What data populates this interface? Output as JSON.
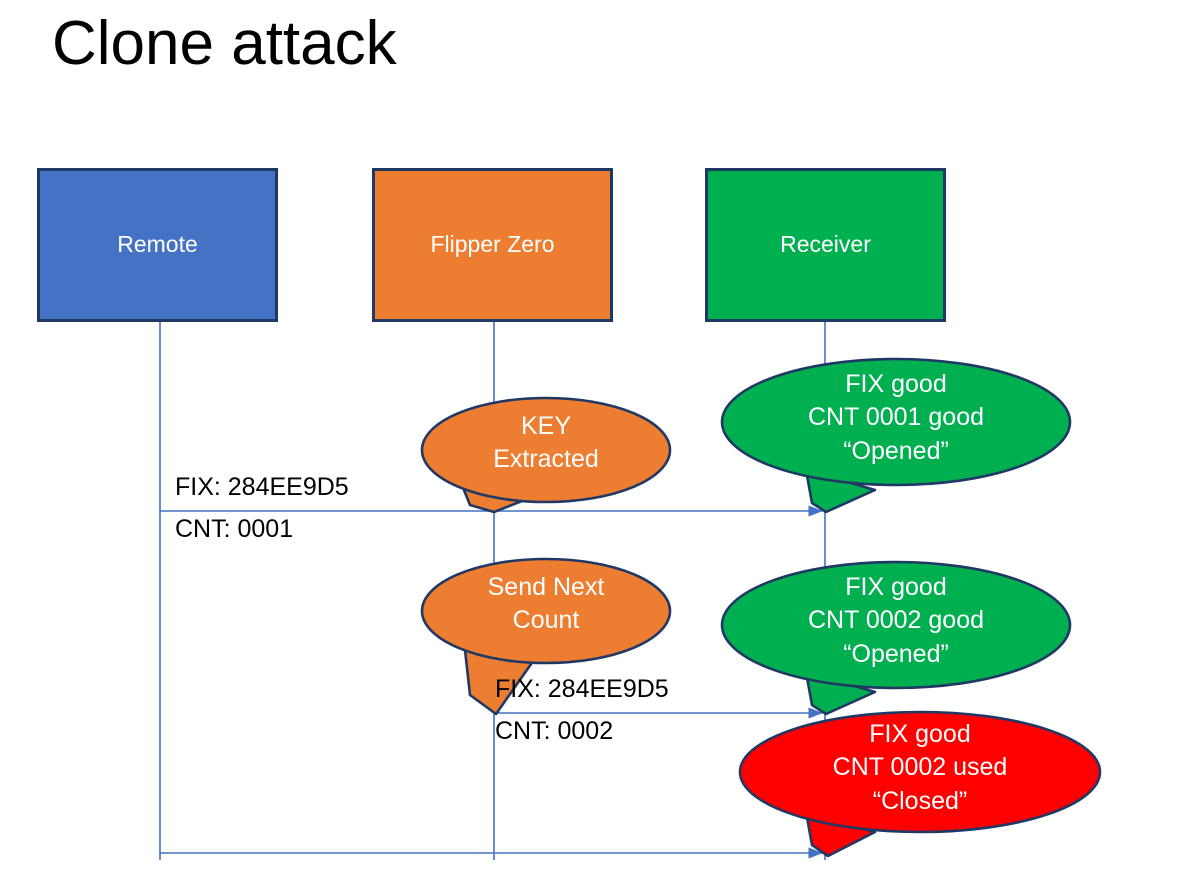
{
  "slide": {
    "title": "Clone attack",
    "background": "#FFFFFF"
  },
  "colors": {
    "remote_blue": "#4472C4",
    "flipper_orange": "#ED7D31",
    "receiver_green": "#00B050",
    "alert_red": "#FF0000",
    "shape_outline": "#1F3864",
    "lifeline_blue": "#4472C4",
    "text_on_shape": "#FFFFFF",
    "text_black": "#000000"
  },
  "actors": [
    {
      "id": "remote",
      "label": "Remote",
      "fill": "#4472C4"
    },
    {
      "id": "flipper",
      "label": "Flipper Zero",
      "fill": "#ED7D31"
    },
    {
      "id": "receiver",
      "label": "Receiver",
      "fill": "#00B050"
    }
  ],
  "messages": [
    {
      "id": "msg1",
      "from": "remote",
      "to": "receiver",
      "line1": "FIX: 284EE9D5",
      "line2": "CNT: 0001"
    },
    {
      "id": "msg2",
      "from": "flipper",
      "to": "receiver",
      "line1": "FIX: 284EE9D5",
      "line2": "CNT: 0002"
    },
    {
      "id": "msg3",
      "from": "remote",
      "to": "receiver",
      "line1": "",
      "line2": ""
    }
  ],
  "callouts": [
    {
      "id": "key-extracted",
      "owner": "flipper",
      "fill": "#ED7D31",
      "lines": [
        "KEY",
        "Extracted"
      ]
    },
    {
      "id": "receiver-cnt-0001-ok",
      "owner": "receiver",
      "fill": "#00B050",
      "lines": [
        "FIX good",
        "CNT 0001 good",
        "“Opened”"
      ]
    },
    {
      "id": "send-next-count",
      "owner": "flipper",
      "fill": "#ED7D31",
      "lines": [
        "Send Next",
        "Count"
      ]
    },
    {
      "id": "receiver-cnt-0002-ok",
      "owner": "receiver",
      "fill": "#00B050",
      "lines": [
        "FIX good",
        "CNT 0002 good",
        "“Opened”"
      ]
    },
    {
      "id": "receiver-cnt-0002-used",
      "owner": "receiver",
      "fill": "#FF0000",
      "lines": [
        "FIX good",
        "CNT 0002 used",
        "“Closed”"
      ]
    }
  ]
}
